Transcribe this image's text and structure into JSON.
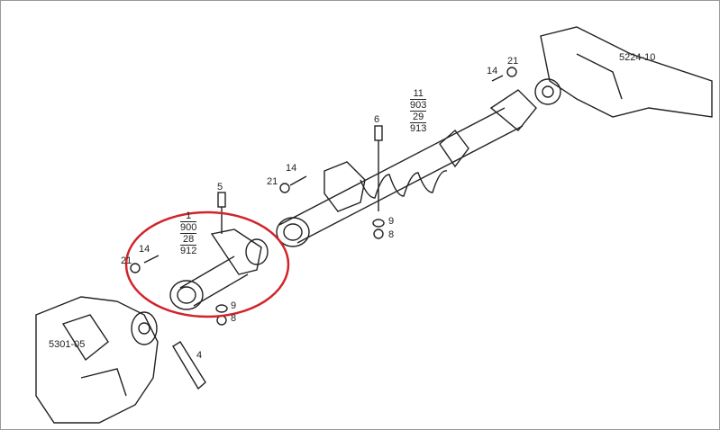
{
  "diagram": {
    "ref_labels": {
      "rear_axle": "5224-10",
      "gearbox": "5301-05"
    },
    "rear_fraction": [
      "11",
      "903",
      "29",
      "913"
    ],
    "front_fraction": [
      "1",
      "900",
      "28",
      "912"
    ],
    "callouts": {
      "rear_bolt": "14",
      "rear_nut": "21",
      "center_bolt_top": "6",
      "mid_bolt": "14",
      "mid_nut": "21",
      "center_washer": "9",
      "center_nut": "8",
      "front_bolt_top": "5",
      "front_bolt": "14",
      "front_nut": "21",
      "front_washer": "9",
      "front_nut_bottom": "8",
      "bracket": "4"
    },
    "highlight_color": "#d2232a"
  }
}
